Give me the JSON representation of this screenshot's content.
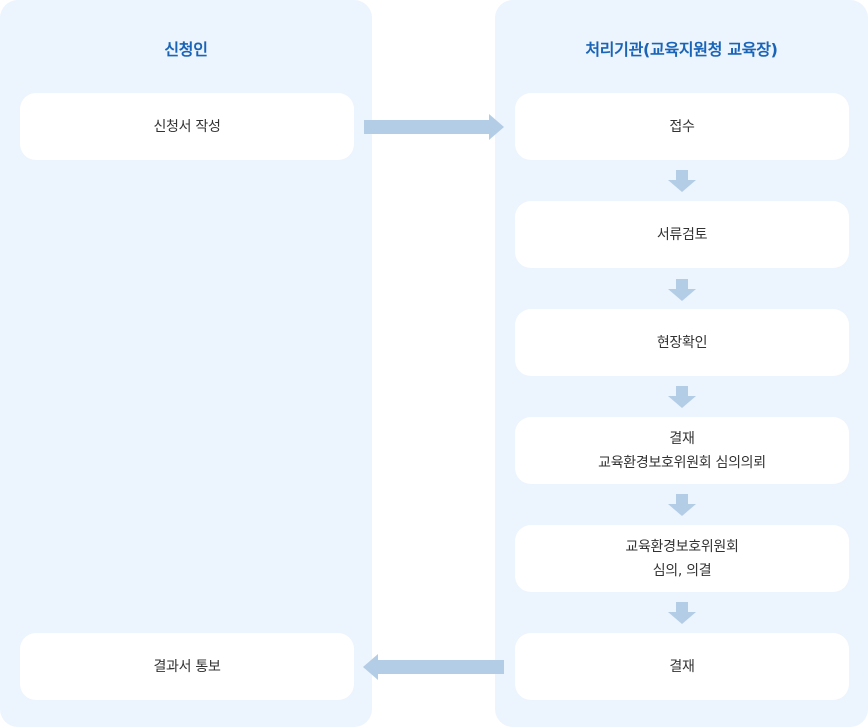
{
  "applicant": {
    "title": "신청인",
    "steps": [
      "신청서 작성",
      "결과서 통보"
    ]
  },
  "agency": {
    "title": "처리기관(교육지원청 교육장)",
    "steps": [
      [
        "접수"
      ],
      [
        "서류검토"
      ],
      [
        "현장확인"
      ],
      [
        "결재",
        "교육환경보호위원회 심의의뢰"
      ],
      [
        "교육환경보호위원회",
        "심의, 의결"
      ],
      [
        "결재"
      ]
    ]
  },
  "colors": {
    "panel_bg": "#ecf4fd",
    "box_bg": "#ffffff",
    "title": "#1a64b7",
    "arrow": "#b4cde6",
    "text": "#333333"
  }
}
